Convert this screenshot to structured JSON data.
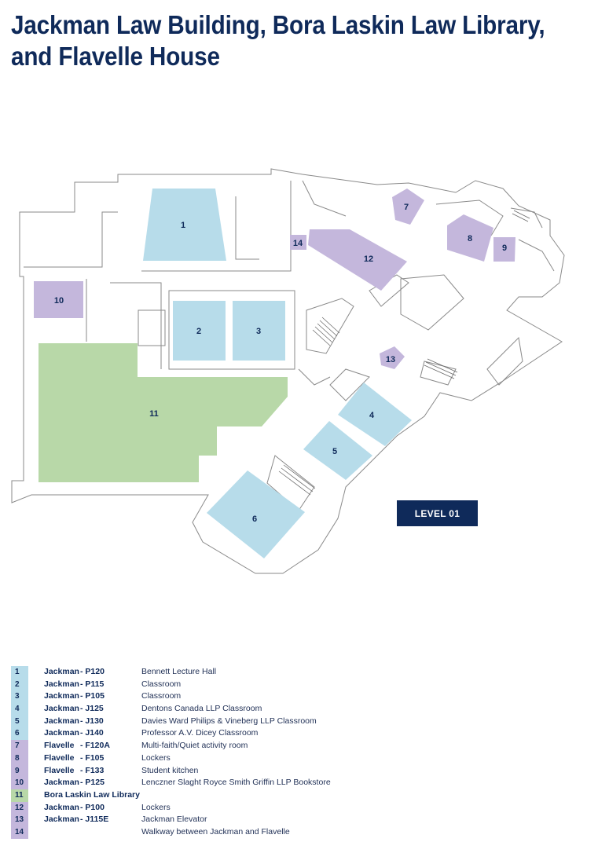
{
  "title": {
    "line1": "Jackman Law Building, Bora Laskin Law Library,",
    "line2": "and Flavelle House"
  },
  "level_label": "LEVEL 01",
  "colors": {
    "navy": "#0f2a5a",
    "blue": "#b7dcea",
    "purple": "#c4b7dc",
    "green": "#b8d8a8",
    "line": "#8a8a8a"
  },
  "rooms": [
    {
      "num": "1",
      "color": "blue"
    },
    {
      "num": "2",
      "color": "blue"
    },
    {
      "num": "3",
      "color": "blue"
    },
    {
      "num": "4",
      "color": "blue"
    },
    {
      "num": "5",
      "color": "blue"
    },
    {
      "num": "6",
      "color": "blue"
    },
    {
      "num": "7",
      "color": "purple"
    },
    {
      "num": "8",
      "color": "purple"
    },
    {
      "num": "9",
      "color": "purple"
    },
    {
      "num": "10",
      "color": "purple"
    },
    {
      "num": "11",
      "color": "green"
    },
    {
      "num": "12",
      "color": "purple"
    },
    {
      "num": "13",
      "color": "purple"
    },
    {
      "num": "14",
      "color": "purple"
    }
  ],
  "legend": [
    {
      "num": "1",
      "building": "Jackman",
      "room": "- P120",
      "desc": "Bennett Lecture Hall",
      "color": "blue"
    },
    {
      "num": "2",
      "building": "Jackman",
      "room": "- P115",
      "desc": "Classroom",
      "color": "blue"
    },
    {
      "num": "3",
      "building": "Jackman",
      "room": "- P105",
      "desc": "Classroom",
      "color": "blue"
    },
    {
      "num": "4",
      "building": "Jackman",
      "room": "- J125",
      "desc": "Dentons Canada LLP Classroom",
      "color": "blue"
    },
    {
      "num": "5",
      "building": "Jackman",
      "room": "- J130",
      "desc": "Davies Ward Philips & Vineberg LLP Classroom",
      "color": "blue"
    },
    {
      "num": "6",
      "building": "Jackman",
      "room": "- J140",
      "desc": "Professor A.V. Dicey Classroom",
      "color": "blue"
    },
    {
      "num": "7",
      "building": "Flavelle",
      "room": "- F120A",
      "desc": "Multi-faith/Quiet activity room",
      "color": "purple"
    },
    {
      "num": "8",
      "building": "Flavelle",
      "room": "- F105",
      "desc": "Lockers",
      "color": "purple"
    },
    {
      "num": "9",
      "building": "Flavelle",
      "room": "- F133",
      "desc": "Student kitchen",
      "color": "purple"
    },
    {
      "num": "10",
      "building": "Jackman",
      "room": "- P125",
      "desc": "Lenczner Slaght Royce Smith Griffin LLP Bookstore",
      "color": "purple"
    },
    {
      "num": "11",
      "building": "Bora Laskin Law Library",
      "room": "",
      "desc": "",
      "color": "green"
    },
    {
      "num": "12",
      "building": "Jackman",
      "room": "- P100",
      "desc": "Lockers",
      "color": "purple"
    },
    {
      "num": "13",
      "building": "Jackman",
      "room": "- J115E",
      "desc": "Jackman Elevator",
      "color": "purple"
    },
    {
      "num": "14",
      "building": "",
      "room": "",
      "desc": "Walkway between Jackman and Flavelle",
      "color": "purple"
    }
  ]
}
